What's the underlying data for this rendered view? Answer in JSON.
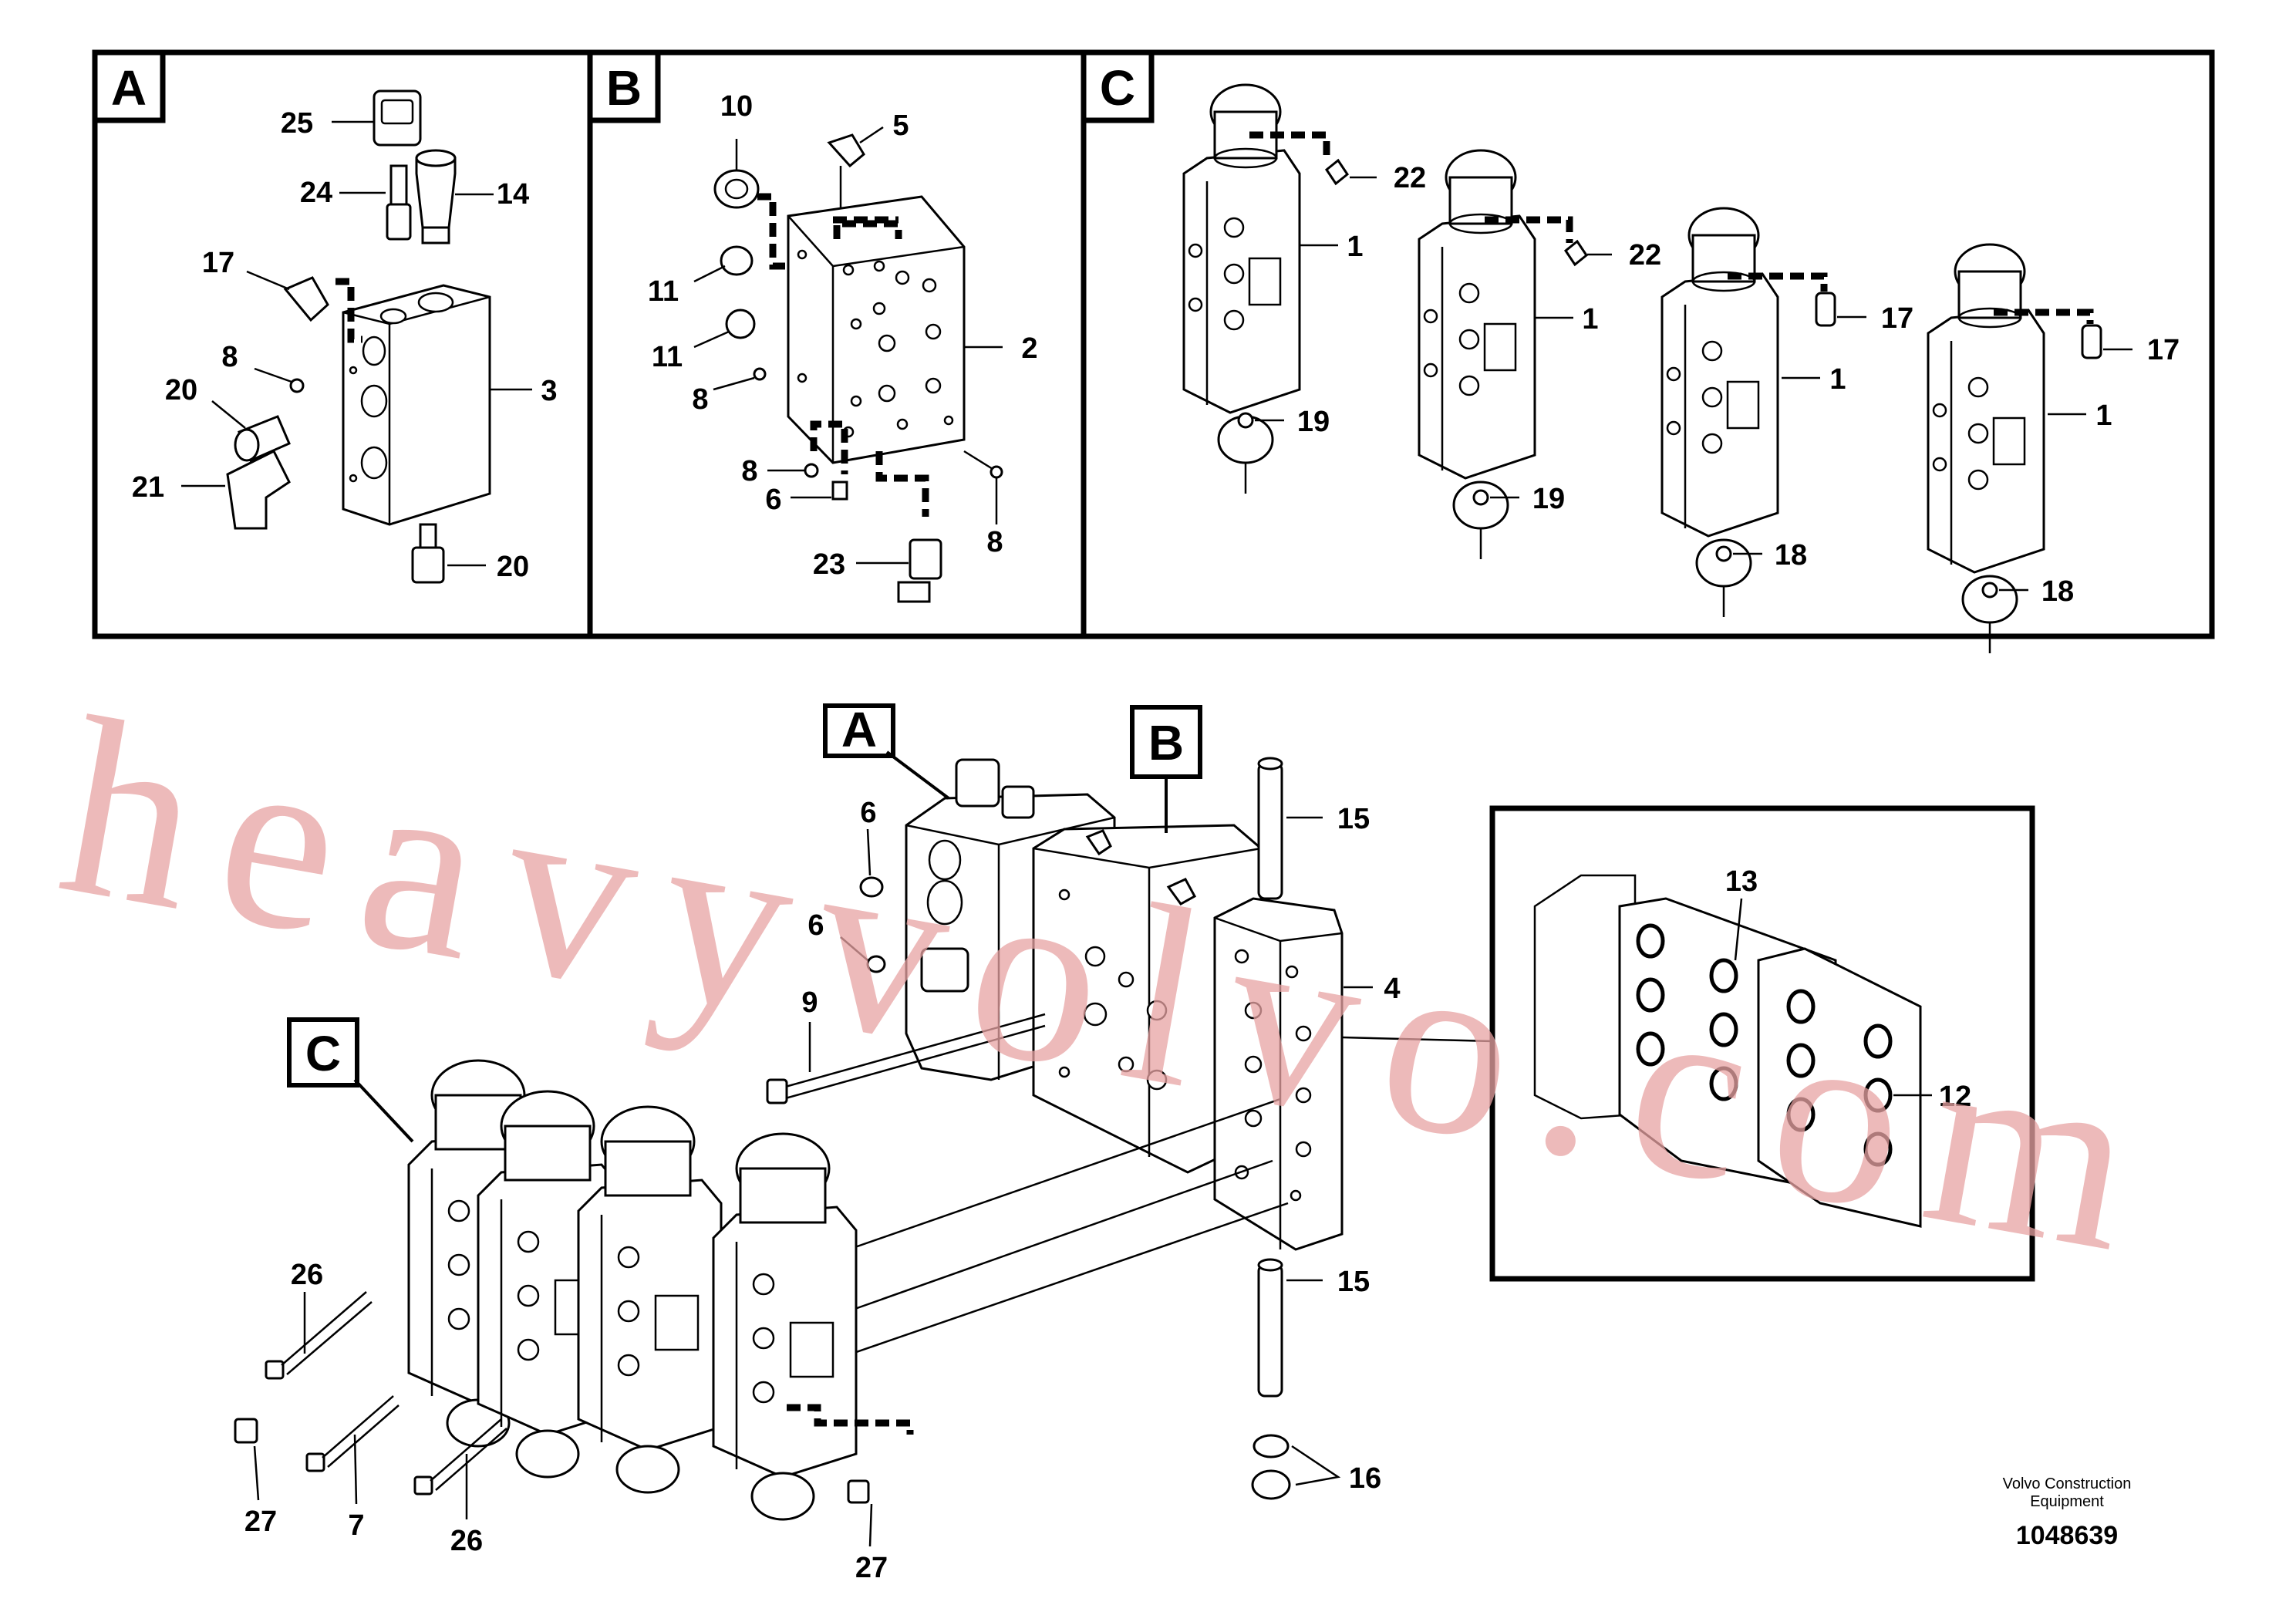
{
  "panels": {
    "a": {
      "letter": "A"
    },
    "b": {
      "letter": "B"
    },
    "c": {
      "letter": "C"
    }
  },
  "main_labels": {
    "a": "A",
    "b": "B",
    "c": "C"
  },
  "callouts": {
    "panel_a": [
      "25",
      "24",
      "14",
      "17",
      "8",
      "20",
      "21",
      "3",
      "20"
    ],
    "panel_b": [
      "10",
      "5",
      "11",
      "11",
      "8",
      "2",
      "8",
      "6",
      "23",
      "8"
    ],
    "panel_c": [
      "22",
      "1",
      "19",
      "22",
      "1",
      "19",
      "17",
      "1",
      "18",
      "17",
      "1",
      "18"
    ],
    "main": [
      "6",
      "6",
      "9",
      "15",
      "4",
      "13",
      "12",
      "15",
      "16",
      "26",
      "27",
      "7",
      "26",
      "27"
    ]
  },
  "watermark": "heavyvolvo.com",
  "footer": {
    "company_line1": "Volvo Construction",
    "company_line2": "Equipment",
    "drawing_number": "1048639"
  }
}
